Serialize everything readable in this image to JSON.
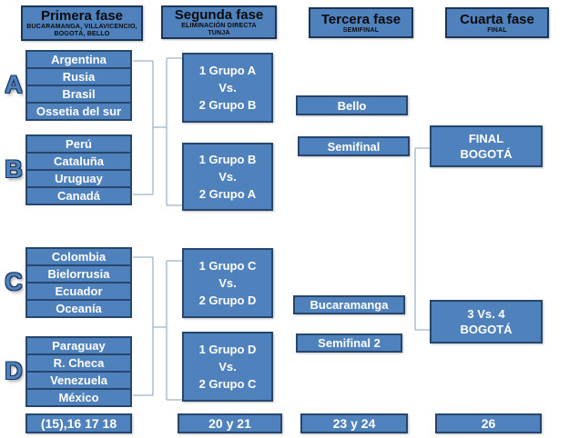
{
  "phases": [
    {
      "title": "Primera fase",
      "subtitle_lines": [
        "BUCARAMANGA, VILLAVICENCIO,",
        "BOGOTÁ, BELLO"
      ]
    },
    {
      "title": "Segunda fase",
      "subtitle_lines": [
        "ELIMINACIÓN DIRECTA",
        "TUNJA"
      ]
    },
    {
      "title": "Tercera fase",
      "subtitle_lines": [
        "SEMIFINAL"
      ]
    },
    {
      "title": "Cuarta fase",
      "subtitle_lines": [
        "FINAL"
      ]
    }
  ],
  "groups": [
    {
      "letter": "A",
      "teams": [
        "Argentina",
        "Rusia",
        "Brasil",
        "Ossetia del sur"
      ]
    },
    {
      "letter": "B",
      "teams": [
        "Perú",
        "Cataluña",
        "Uruguay",
        "Canadá"
      ]
    },
    {
      "letter": "C",
      "teams": [
        "Colombia",
        "Bielorrusia",
        "Ecuador",
        "Oceanía"
      ]
    },
    {
      "letter": "D",
      "teams": [
        "Paraguay",
        "R. Checa",
        "Venezuela",
        "México"
      ]
    }
  ],
  "matches": {
    "second_phase": [
      {
        "top": "1 Grupo A",
        "mid": "Vs.",
        "bottom": "2 Grupo B"
      },
      {
        "top": "1 Grupo B",
        "mid": "Vs.",
        "bottom": "2 Grupo A"
      },
      {
        "top": "1 Grupo C",
        "mid": "Vs.",
        "bottom": "2 Grupo D"
      },
      {
        "top": "1 Grupo D",
        "mid": "Vs.",
        "bottom": "2 Grupo C"
      }
    ],
    "third_phase": [
      {
        "label": "Bello"
      },
      {
        "label": "Semifinal"
      },
      {
        "label": "Bucaramanga"
      },
      {
        "label": "Semifinal 2"
      }
    ],
    "fourth_phase": [
      {
        "line1": "FINAL",
        "line2": "BOGOTÁ"
      },
      {
        "line1": "3 Vs. 4",
        "line2": "BOGOTÁ"
      }
    ]
  },
  "dates": [
    "(15),16 17 18",
    "20 y 21",
    "23 y 24",
    "26"
  ],
  "colors": {
    "box_fill": "#4f81bd",
    "box_border": "#27466e",
    "header_border": "#1c3456",
    "connector_line": "#9db3cb",
    "light_text": "#ffffff",
    "dark_text": "#0b0b0b"
  }
}
